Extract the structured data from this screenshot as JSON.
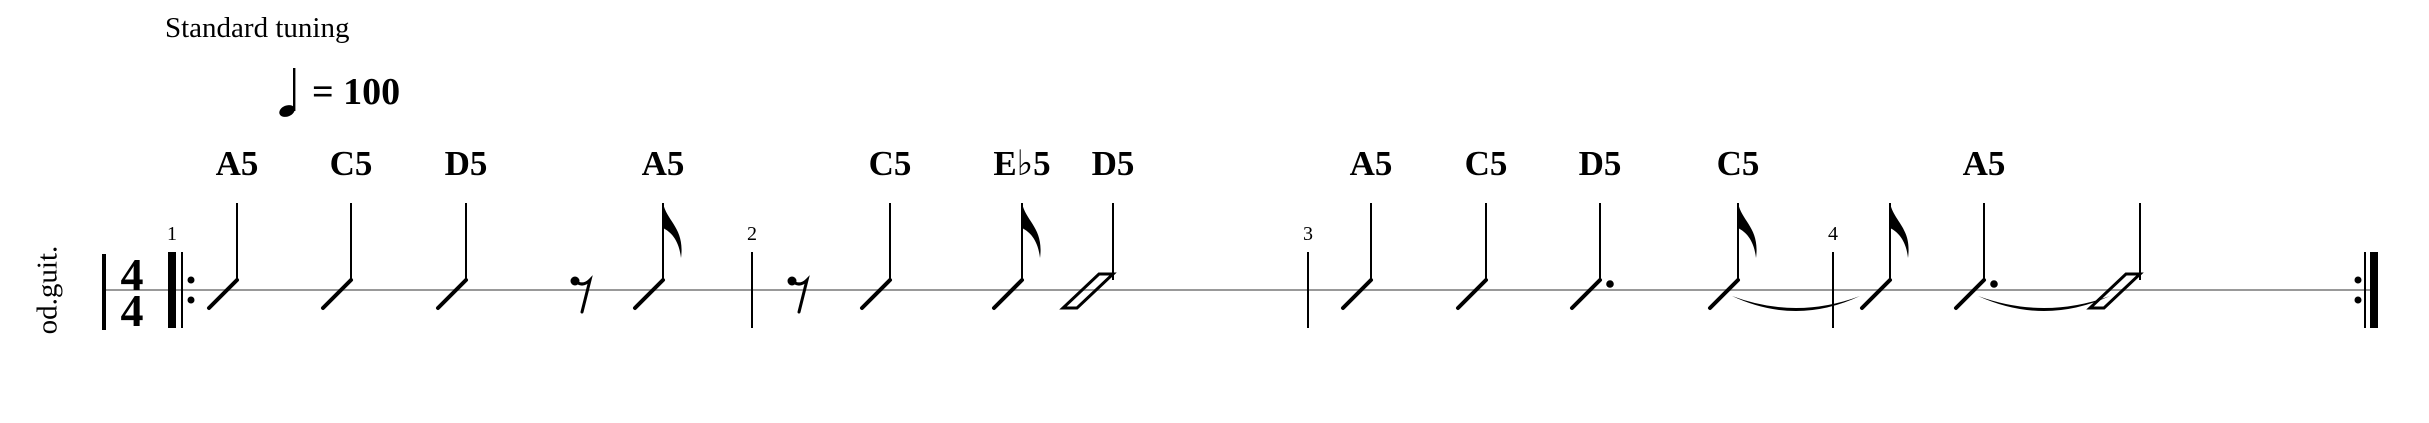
{
  "header": {
    "tuning": "Standard tuning",
    "tempo_value": "= 100"
  },
  "staff": {
    "instrument_label": "od.guit.",
    "time_signature": {
      "numerator": "4",
      "denominator": "4"
    },
    "start_repeat": true,
    "end_repeat": true
  },
  "measures": [
    {
      "number": "1"
    },
    {
      "number": "2"
    },
    {
      "number": "3"
    },
    {
      "number": "4"
    }
  ],
  "chords": [
    {
      "name": "A5"
    },
    {
      "name": "C5"
    },
    {
      "name": "D5"
    },
    {
      "name": "A5"
    },
    {
      "name": "C5"
    },
    {
      "name": "E♭5"
    },
    {
      "name": "D5"
    },
    {
      "name": "A5"
    },
    {
      "name": "C5"
    },
    {
      "name": "D5"
    },
    {
      "name": "C5"
    },
    {
      "name": "A5"
    }
  ],
  "notation": {
    "style": "slash-rhythm",
    "events": [
      {
        "measure": 1,
        "kind": "quarter"
      },
      {
        "measure": 1,
        "kind": "quarter"
      },
      {
        "measure": 1,
        "kind": "quarter"
      },
      {
        "measure": 1,
        "kind": "eighth-rest"
      },
      {
        "measure": 1,
        "kind": "eighth"
      },
      {
        "measure": 2,
        "kind": "eighth-rest"
      },
      {
        "measure": 2,
        "kind": "quarter"
      },
      {
        "measure": 2,
        "kind": "eighth"
      },
      {
        "measure": 2,
        "kind": "half"
      },
      {
        "measure": 3,
        "kind": "quarter"
      },
      {
        "measure": 3,
        "kind": "quarter"
      },
      {
        "measure": 3,
        "kind": "dotted-quarter"
      },
      {
        "measure": 3,
        "kind": "eighth",
        "tie_to_next": true
      },
      {
        "measure": 4,
        "kind": "eighth"
      },
      {
        "measure": 4,
        "kind": "dotted-quarter",
        "tie_to_next": true
      },
      {
        "measure": 4,
        "kind": "half"
      }
    ]
  }
}
